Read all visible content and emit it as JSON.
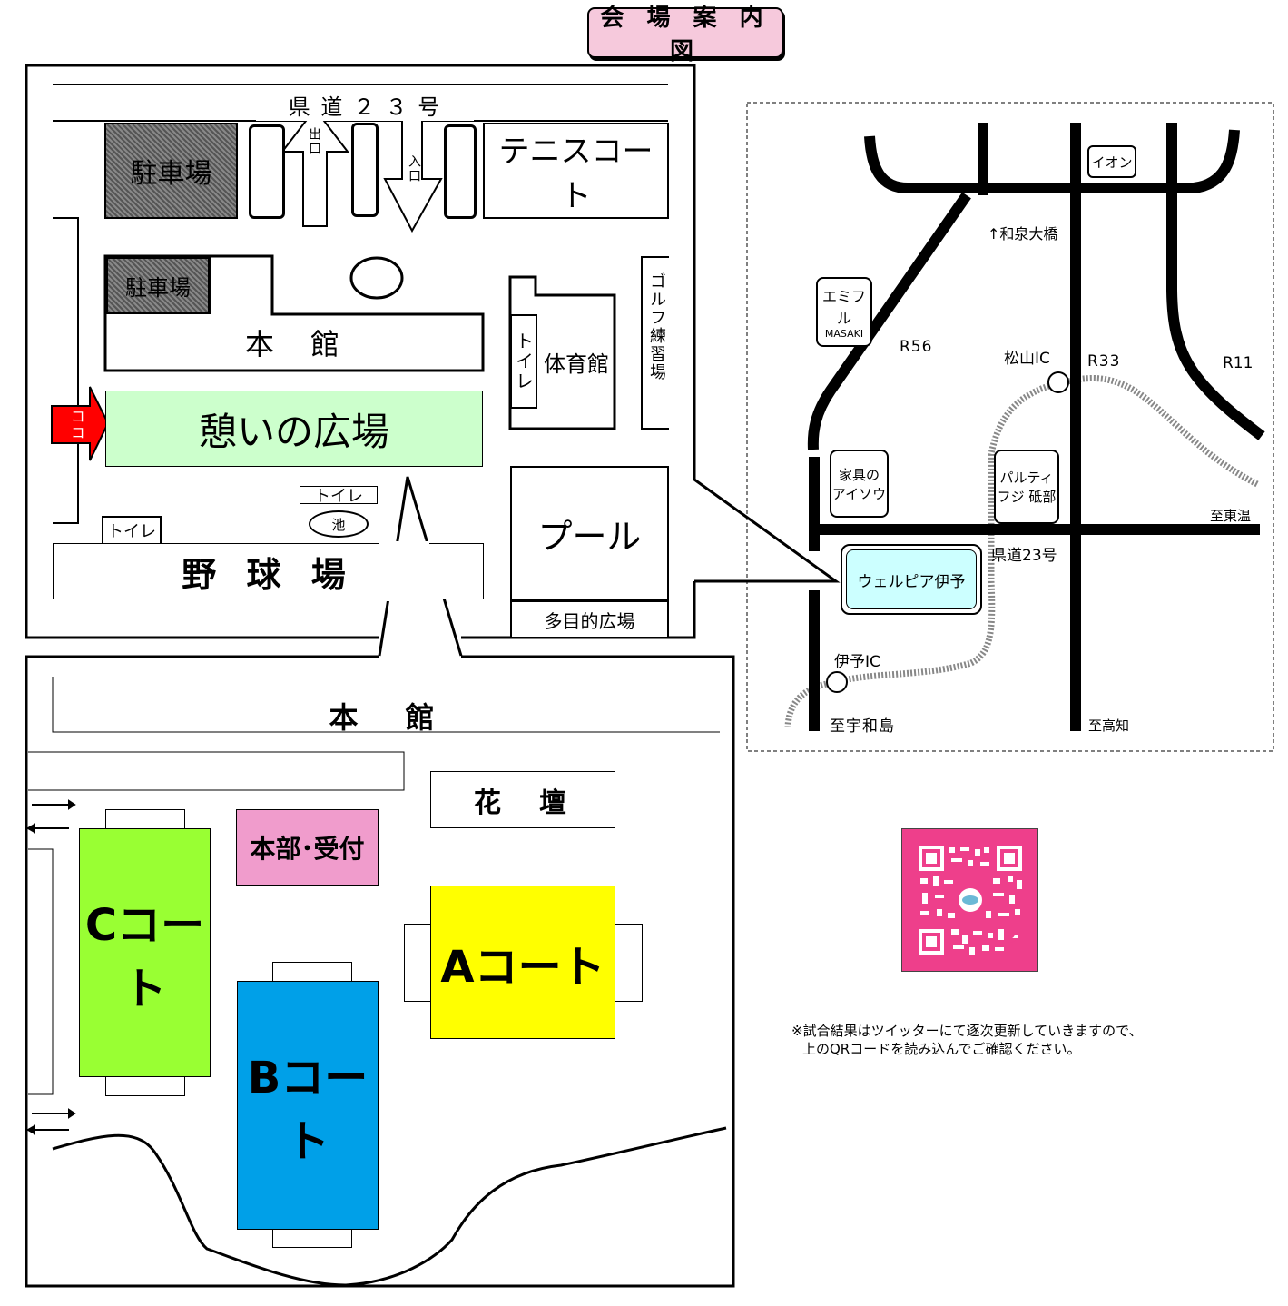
{
  "title": "会 場 案 内 図",
  "venue_map": {
    "road": "県 道 ２ ３ 号",
    "exit": "出口",
    "entrance": "入口",
    "parking_top": "駐車場",
    "parking_small": "駐車場",
    "tennis": "テニスコート",
    "main_building": "本　館",
    "gym": "体育館",
    "toilet_gym": "トイレ",
    "golf": "ゴルフ練習場",
    "plaza": "憩いの広場",
    "here_marker": "ココ",
    "toilet_1": "トイレ",
    "toilet_2": "トイレ",
    "pond": "池",
    "baseball": "野 球 場",
    "pool": "プール",
    "multi_plaza": "多目的広場"
  },
  "area_map": {
    "main_building": "本　館",
    "flower_bed": "花　壇",
    "hq": "本部･受付",
    "court_a": "Aコート",
    "court_b": "Bコート",
    "court_c": "Cコート"
  },
  "road_map": {
    "aeon": "イオン",
    "wazumi": "↑和泉大橋",
    "emifull_1": "エミフル",
    "emifull_2": "MASAKI",
    "r56": "R56",
    "matsuyama_ic": "松山IC",
    "r33": "R33",
    "r11": "R11",
    "kagu_1": "家具の",
    "kagu_2": "アイソウ",
    "paruti_1": "パルティ",
    "paruti_2": "フジ 砥部",
    "to_toon": "至東温",
    "pref_road": "県道23号",
    "welpia": "ウェルピア伊予",
    "iyo_ic": "伊予IC",
    "to_uwajima": "至宇和島",
    "to_kochi": "至高知"
  },
  "note": {
    "line1": "※試合結果はツイッターにて逐次更新していきますので、",
    "line2": "上のQRコードを読み込んでご確認ください。"
  },
  "colors": {
    "title_bg": "#f6c9dc",
    "plaza_bg": "#ccffcc",
    "here_arrow": "#ff0000",
    "court_a": "#ffff00",
    "court_b": "#00a0e8",
    "court_c": "#99ff33",
    "hq_bg": "#f09ccc",
    "welpia_bg": "#ccffff",
    "qr_bg": "#ee3f8b"
  }
}
